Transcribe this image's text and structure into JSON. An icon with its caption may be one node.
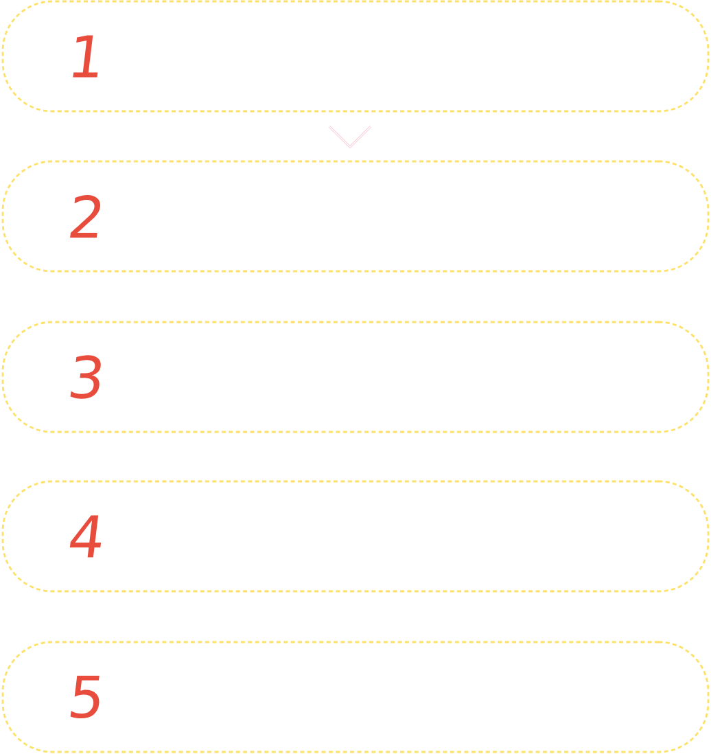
{
  "diagram": {
    "nodes": [
      {
        "text": [
          "1"
        ]
      },
      {
        "text": [
          "2"
        ]
      },
      {
        "text": [
          "3"
        ]
      },
      {
        "text": [
          "4"
        ]
      },
      {
        "text": [
          "5"
        ]
      }
    ],
    "edges": [
      {
        "from": 0,
        "to": 1,
        "arrow": "to"
      }
    ]
  }
}
